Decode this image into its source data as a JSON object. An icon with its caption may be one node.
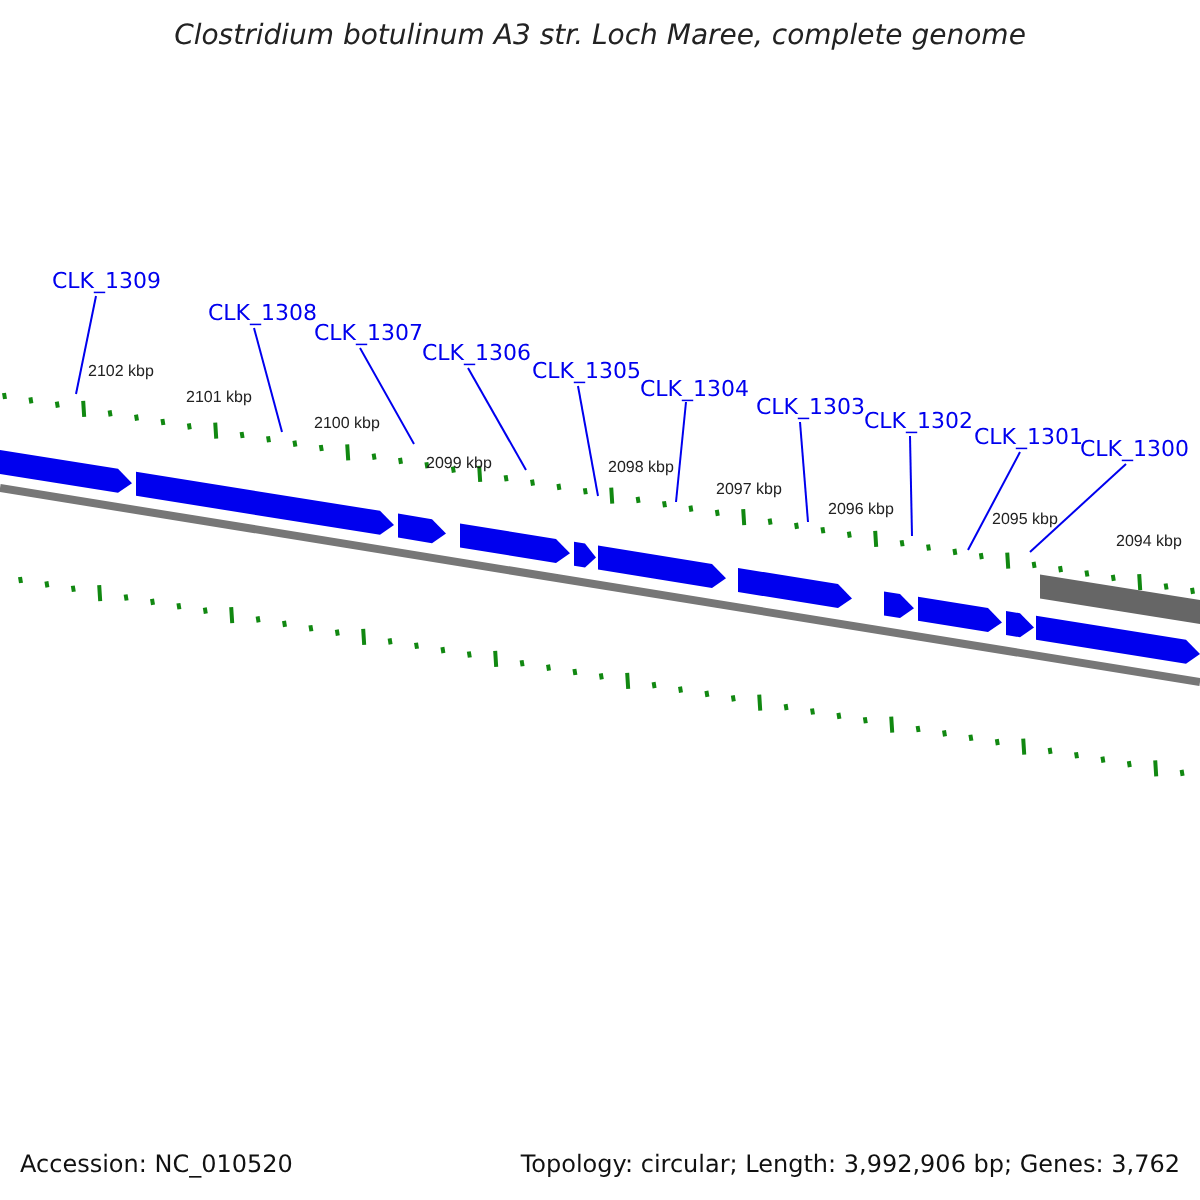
{
  "diagram": {
    "title": "Clostridium botulinum A3 str. Loch Maree, complete genome",
    "nodes": [
      {
        "text": [
          "CLK_1309"
        ]
      },
      {
        "text": [
          "CLK_1308"
        ]
      },
      {
        "text": [
          "CLK_1307"
        ]
      },
      {
        "text": [
          "CLK_1306"
        ]
      },
      {
        "text": [
          "CLK_1305"
        ]
      },
      {
        "text": [
          "CLK_1304"
        ]
      },
      {
        "text": [
          "CLK_1303"
        ]
      },
      {
        "text": [
          "CLK_1302"
        ]
      },
      {
        "text": [
          "CLK_1301"
        ]
      },
      {
        "text": [
          "CLK_1300"
        ]
      }
    ],
    "edges": [
      {
        "from": 0,
        "to": null,
        "arrow": "none"
      },
      {
        "from": 1,
        "to": null,
        "arrow": "none"
      },
      {
        "from": 2,
        "to": null,
        "arrow": "none"
      },
      {
        "from": 3,
        "to": null,
        "arrow": "none"
      },
      {
        "from": 4,
        "to": null,
        "arrow": "none"
      },
      {
        "from": 5,
        "to": null,
        "arrow": "none"
      },
      {
        "from": 6,
        "to": null,
        "arrow": "none"
      },
      {
        "from": 7,
        "to": null,
        "arrow": "none"
      },
      {
        "from": 8,
        "to": null,
        "arrow": "none"
      },
      {
        "from": 9,
        "to": null,
        "arrow": "none"
      }
    ],
    "labels": [
      "2102 kbp",
      "2101 kbp",
      "2100 kbp",
      "2099 kbp",
      "2098 kbp",
      "2097 kbp",
      "2096 kbp",
      "2095 kbp",
      "2094 kbp",
      "Accession: NC_010520",
      "Topology: circular; Length: 3,992,906 bp; Genes: 3,762"
    ]
  }
}
